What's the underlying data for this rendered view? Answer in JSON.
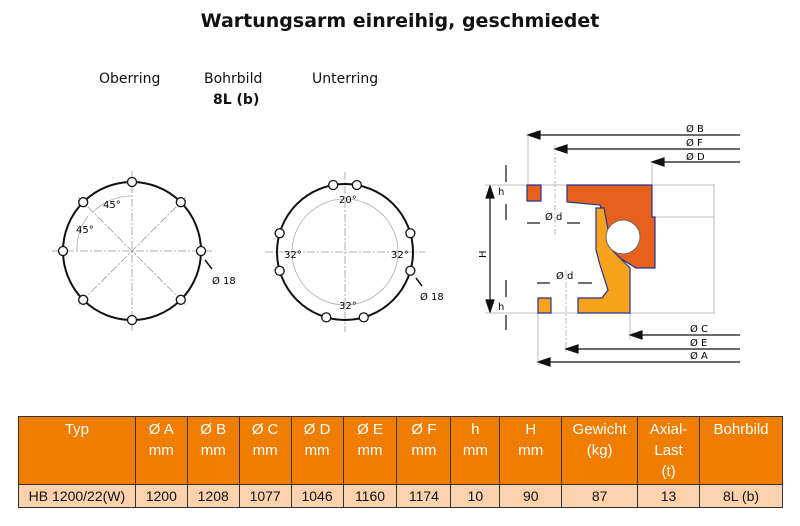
{
  "title": "Wartungsarm einreihig, geschmiedet",
  "labels": {
    "oberring": "Oberring",
    "bohrbild": "Bohrbild",
    "bohrbild_value": "8L (b)",
    "unterring": "Unterring"
  },
  "left_circle": {
    "angle1": "45°",
    "angle2": "45°",
    "hole": "Ø 18"
  },
  "right_circle": {
    "angle_top": "20°",
    "angle_left": "32°",
    "angle_right": "32°",
    "angle_bottom": "32°",
    "hole": "Ø 18"
  },
  "section": {
    "B": "Ø B",
    "F": "Ø F",
    "D": "Ø D",
    "C": "Ø C",
    "E": "Ø E",
    "A": "Ø A",
    "h": "h",
    "H": "H",
    "d": "Ø d"
  },
  "table": {
    "headers": [
      [
        "Typ"
      ],
      [
        "Ø A",
        "mm"
      ],
      [
        "Ø B",
        "mm"
      ],
      [
        "Ø C",
        "mm"
      ],
      [
        "Ø D",
        "mm"
      ],
      [
        "Ø E",
        "mm"
      ],
      [
        "Ø F",
        "mm"
      ],
      [
        "h",
        "mm"
      ],
      [
        "H",
        "mm"
      ],
      [
        "Gewicht",
        "(kg)"
      ],
      [
        "Axial-",
        "Last",
        "(t)"
      ],
      [
        "Bohrbild"
      ]
    ],
    "rows": [
      [
        "HB 1200/22(W)",
        "1200",
        "1208",
        "1077",
        "1046",
        "1160",
        "1174",
        "10",
        "90",
        "87",
        "13",
        "8L (b)"
      ]
    ]
  },
  "colors": {
    "orange": "#ee7d00",
    "upper_ring": "#e8601c",
    "lower_ring": "#f6a31b",
    "row": "#fbd2ad"
  }
}
